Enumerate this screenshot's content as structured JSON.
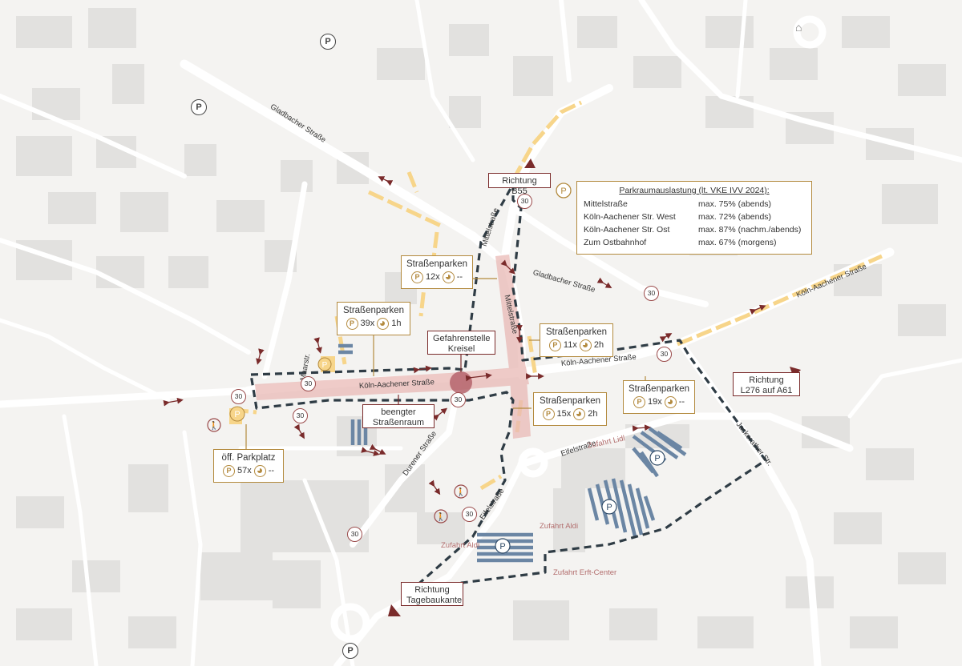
{
  "legend": {
    "title": "Parkraumauslastung (lt. VKE IVV 2024):",
    "rows": [
      {
        "name": "Mittelstraße",
        "value": "max. 75% (abends)"
      },
      {
        "name": "Köln-Aachener Str. West",
        "value": "max. 72% (abends)"
      },
      {
        "name": "Köln-Aachener Str. Ost",
        "value": "max. 87% (nachm./abends)"
      },
      {
        "name": "Zum Ostbahnhof",
        "value": "max. 67% (morgens)"
      }
    ]
  },
  "parking_boxes": {
    "p12": {
      "title": "Straßenparken",
      "count": "12x",
      "duration": "--"
    },
    "p39": {
      "title": "Straßenparken",
      "count": "39x",
      "duration": "1h"
    },
    "p11": {
      "title": "Straßenparken",
      "count": "11x",
      "duration": "2h"
    },
    "p15": {
      "title": "Straßenparken",
      "count": "15x",
      "duration": "2h"
    },
    "p19": {
      "title": "Straßenparken",
      "count": "19x",
      "duration": "--"
    },
    "p57": {
      "title": "öff. Parkplatz",
      "count": "57x",
      "duration": "--"
    }
  },
  "callouts": {
    "hazard": "Gefahrenstelle Kreisel",
    "narrow": "beengter Straßenraum"
  },
  "directions": {
    "b55": "Richtung B55",
    "l276": "Richtung L276 auf A61",
    "tagebau": "Richtung Tagebaukante"
  },
  "roads": {
    "gladbacher_nw": "Gladbacher Straße",
    "gladbacher_e": "Gladbacher Straße",
    "koeln_aachener_w": "Köln-Aachener Straße",
    "koeln_aachener_c": "Köln-Aachener Straße",
    "koeln_aachener_ne": "Köln-Aachener Straße",
    "mittelstr_n": "Mittelstraße",
    "mittelstr_s": "Mittelstraße",
    "maarstr": "Maarstr.",
    "duerener": "Durener Straße",
    "eifelstr_e": "Eifelstraße",
    "eifelstr_s": "Eifelstraße",
    "jackerather": "Jackerather Str."
  },
  "access": {
    "lidl": "Zufahrt Lidl",
    "aldi_n": "Zufahrt Aldi",
    "aldi_w": "Zufahrt Aldi",
    "erft": "Zufahrt Erft-Center"
  },
  "speed_label": "30",
  "parking_symbol": "P",
  "colors": {
    "background": "#f4f3f1",
    "buildings": "#e2e1df",
    "streets": "#ffffff",
    "gold": "#b38a3e",
    "parking_yellow": "#f7d58a",
    "pink_zone": "#e9b9b5",
    "dark_red": "#7a2b2b",
    "boundary": "#2f3c45",
    "lot_blue": "#6b86a4"
  }
}
